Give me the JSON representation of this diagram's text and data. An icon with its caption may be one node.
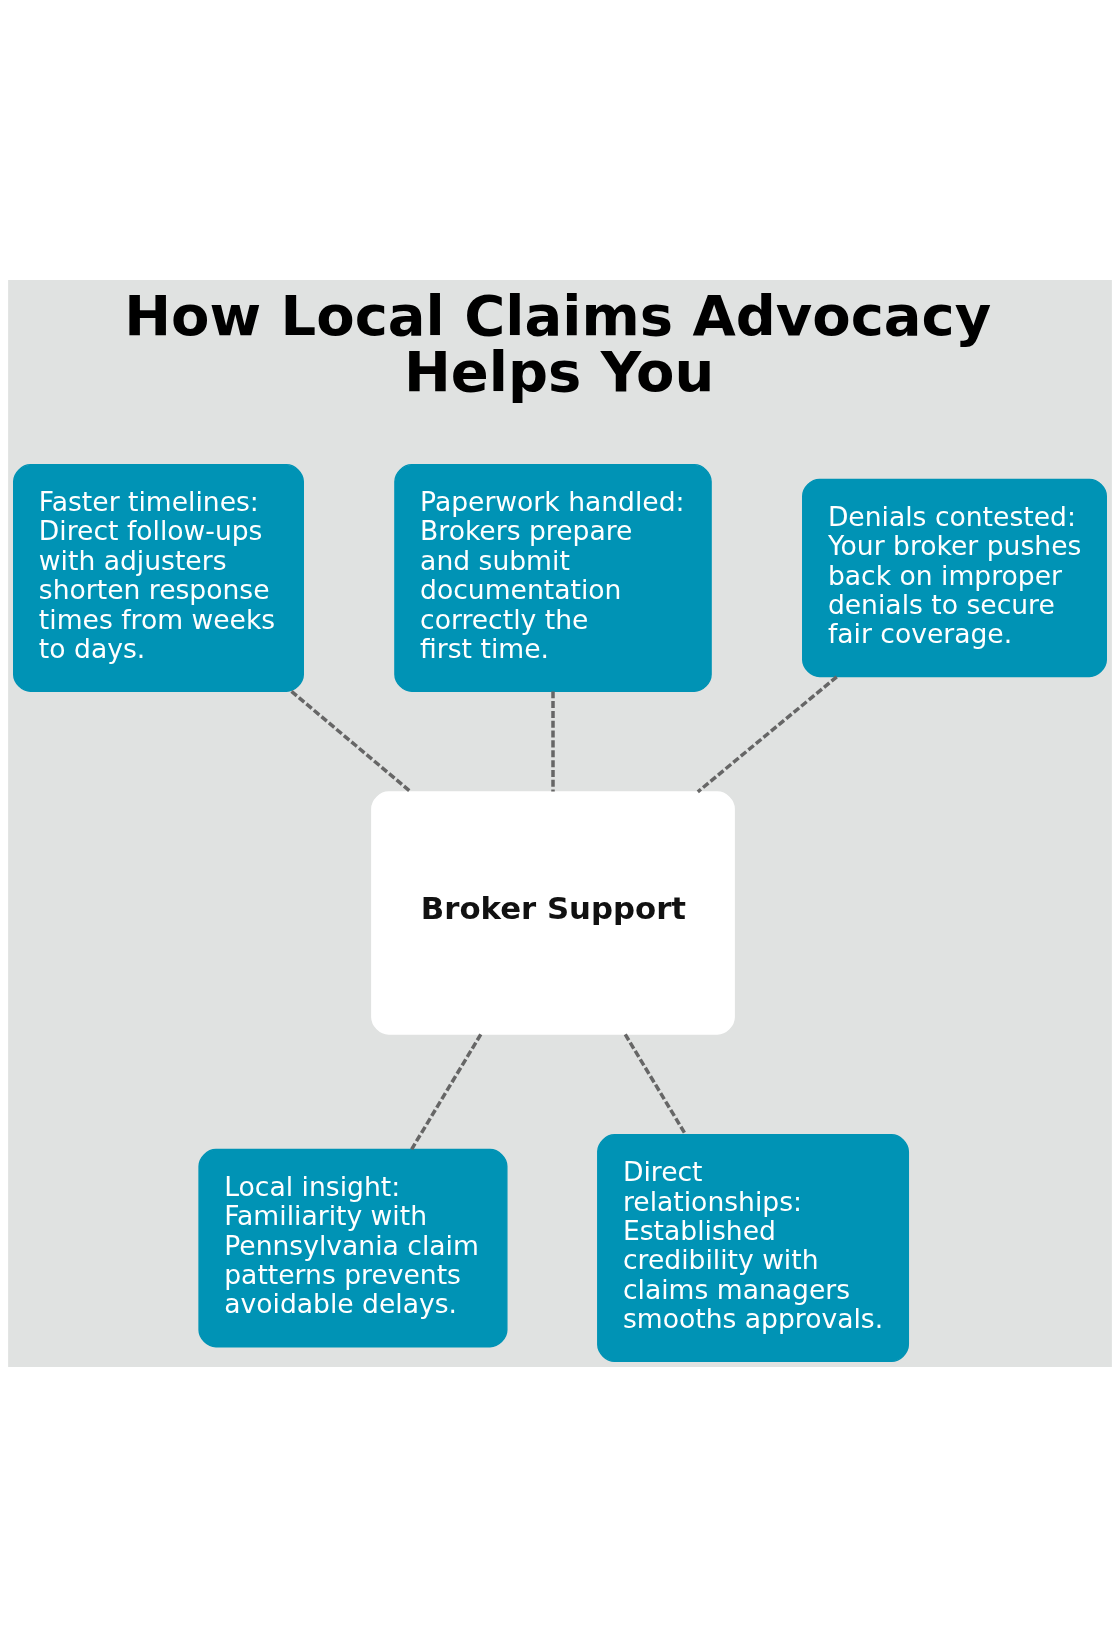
{
  "diagram": {
    "title": "How Local Claims Advocacy Helps You",
    "nodes": [
      {
        "text": [
          "Faster timelines: Direct follow-ups with adjusters shorten response times from weeks to days."
        ]
      },
      {
        "text": [
          "Paperwork handled: Brokers prepare and submit documentation correctly the first time."
        ]
      },
      {
        "text": [
          "Denials contested: Your broker pushes back on improper denials to secure fair coverage."
        ]
      },
      {
        "text": [
          "Broker Support"
        ]
      },
      {
        "text": [
          "Local insight: Familiarity with Pennsylvania claim patterns prevents avoidable delays."
        ]
      },
      {
        "text": [
          "Direct relationships: Established credibility with claims managers smooths approvals."
        ]
      }
    ],
    "edges": [
      {
        "from": 0,
        "to": 3,
        "arrow": "none",
        "style": "dashed"
      },
      {
        "from": 1,
        "to": 3,
        "arrow": "none",
        "style": "dashed"
      },
      {
        "from": 2,
        "to": 3,
        "arrow": "none",
        "style": "dashed"
      },
      {
        "from": 3,
        "to": 4,
        "arrow": "none",
        "style": "dashed"
      },
      {
        "from": 3,
        "to": 5,
        "arrow": "none",
        "style": "dashed"
      }
    ]
  }
}
